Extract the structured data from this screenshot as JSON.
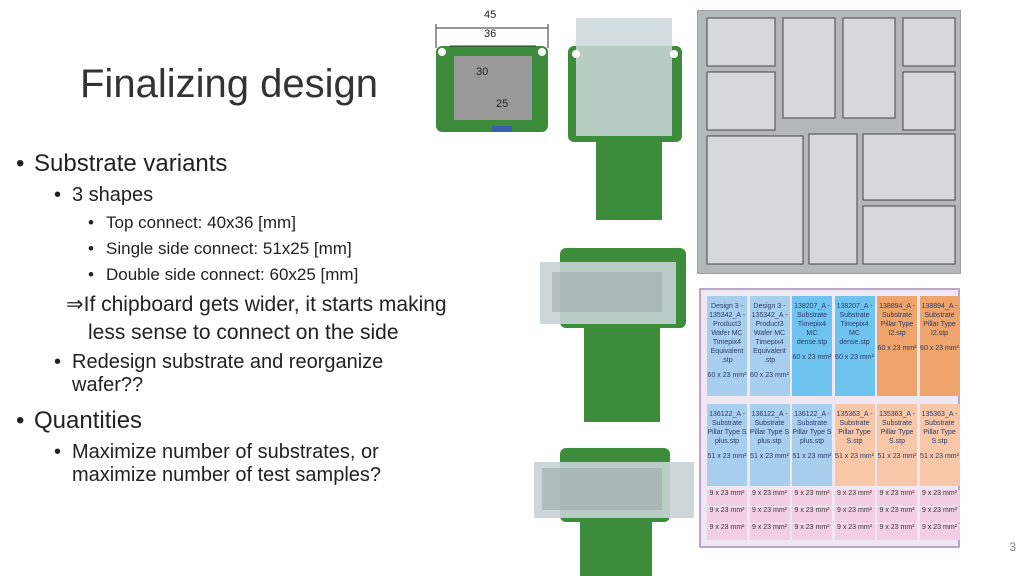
{
  "title": "Finalizing design",
  "bullets": {
    "b1": "Substrate variants",
    "b1_1": "3 shapes",
    "b1_1_1": "Top connect: 40x36 [mm]",
    "b1_1_2": "Single side connect: 51x25 [mm]",
    "b1_1_3": "Double side connect: 60x25 [mm]",
    "arrow_line1": "If chipboard gets wider, it starts making",
    "arrow_line2": "less sense to connect on the side",
    "b1_2a": "Redesign substrate and reorganize",
    "b1_2b": "wafer??",
    "b2": "Quantities",
    "b2_1a": "Maximize number of substrates, or",
    "b2_1b": "maximize number of test samples?"
  },
  "dimensions": {
    "d45": "45",
    "d36": "36",
    "d30": "30",
    "d25": "25"
  },
  "page_number": "3",
  "table": {
    "row1": [
      {
        "name": "Design 3 - 135342_A -Product3 Wafer MC Timepix4 Equivalent .stp",
        "size": "60 x 23 mm²",
        "color": "#a9cfee"
      },
      {
        "name": "Design 3 - 135342_A -Product3 Wafer MC Timepix4 Equivalent .stp",
        "size": "60 x 23 mm²",
        "color": "#a9cfee"
      },
      {
        "name": "138207_A -Substrate Timepix4 MC dense.stp",
        "size": "60 x 23 mm²",
        "color": "#6ec3ef"
      },
      {
        "name": "138207_A -Substrate Timepix4 MC dense.stp",
        "size": "60 x 23 mm²",
        "color": "#6ec3ef"
      },
      {
        "name": "138894_A -Substrate Pillar Type I2.stp",
        "size": "60 x 23 mm²",
        "color": "#efa46b"
      },
      {
        "name": "138894_A -Substrate Pillar Type I2.stp",
        "size": "60 x 23 mm²",
        "color": "#efa46b"
      }
    ],
    "row2": [
      {
        "name": "136122_A -Substrate Pillar Type S plus.stp",
        "size": "51 x 23 mm²",
        "color": "#a9cfee"
      },
      {
        "name": "136122_A -Substrate Pillar Type S plus.stp",
        "size": "51 x 23 mm²",
        "color": "#a9cfee"
      },
      {
        "name": "136122_A -Substrate Pillar Type S plus.stp",
        "size": "51 x 23 mm²",
        "color": "#a9cfee"
      },
      {
        "name": "135363_A -Substrate Pillar Type S.stp",
        "size": "51 x 23 mm²",
        "color": "#f7c7a8"
      },
      {
        "name": "135363_A -Substrate Pillar Type S.stp",
        "size": "51 x 23 mm²",
        "color": "#f7c7a8"
      },
      {
        "name": "135363_A -Substrate Pillar Type S.stp",
        "size": "51 x 23 mm²",
        "color": "#f7c7a8"
      }
    ],
    "small_label": "9 x 23 mm²"
  }
}
